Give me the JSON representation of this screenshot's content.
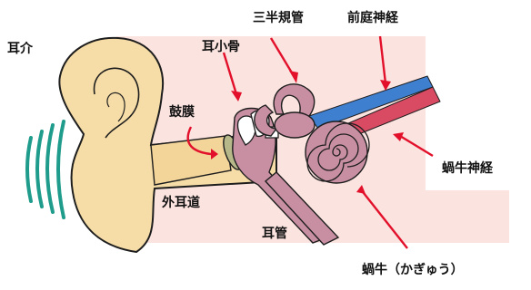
{
  "colors": {
    "background_panel": "#fbe3df",
    "skin": "#f6dda7",
    "skin_outline": "#1e1e1e",
    "inner_ear": "#c88fa3",
    "eardrum": "#b6b88a",
    "vestibular_nerve": "#3f7fd0",
    "cochlear_nerve": "#d94a63",
    "arrow": "#e2102a",
    "sound_waves": "#1f9c8c"
  },
  "labels": {
    "auricle": "耳介",
    "ossicles": "耳小骨",
    "semicircular_canals": "三半規管",
    "vestibular_nerve": "前庭神経",
    "eardrum": "鼓膜",
    "cochlear_nerve": "蝸牛神経",
    "ear_canal": "外耳道",
    "eustachian_tube": "耳管",
    "cochlea": "蝸牛（かぎゅう）"
  }
}
